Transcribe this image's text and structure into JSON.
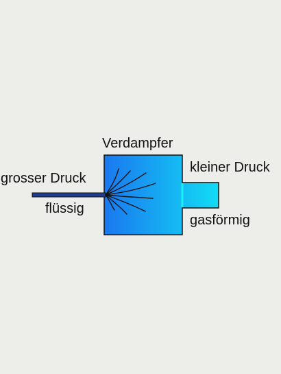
{
  "diagram": {
    "title": "Verdampfer",
    "inlet": {
      "pressure_label": "grosser Druck",
      "state_label": "flüssig"
    },
    "outlet": {
      "pressure_label": "kleiner Druck",
      "state_label": "gasförmig"
    },
    "colors": {
      "background": "#ededea",
      "chamber_dark": "#1a78f0",
      "chamber_light": "#12dcf4",
      "outlet_pipe": "#19f0f4",
      "inlet_pipe": "#1f3c8c",
      "spray_lines": "#111111",
      "outline": "#111111"
    }
  }
}
